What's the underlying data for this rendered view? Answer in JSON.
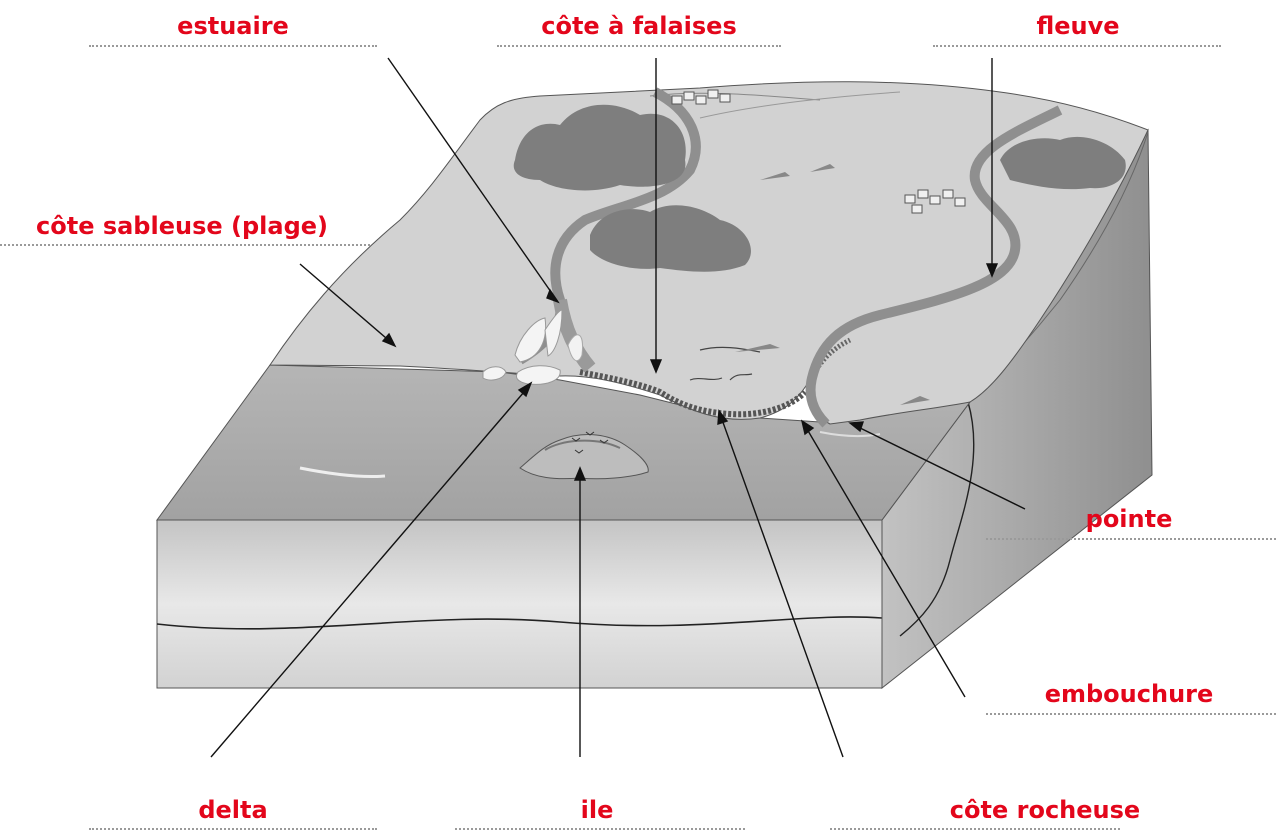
{
  "labels": {
    "estuaire": "estuaire",
    "cote_falaises": "côte à falaises",
    "fleuve": "fleuve",
    "cote_sableuse": "côte sableuse (plage)",
    "pointe": "pointe",
    "embouchure": "embouchure",
    "delta": "delta",
    "ile": "ile",
    "cote_rocheuse": "côte rocheuse"
  },
  "colors": {
    "label": "#e3061b",
    "land": "#d2d2d2",
    "sea": "#a8a8a8",
    "front_face": "#d0d0d0",
    "side_face": "#a9a9a9",
    "river": "#9a9a9a",
    "forest": "#7d7d7d"
  }
}
